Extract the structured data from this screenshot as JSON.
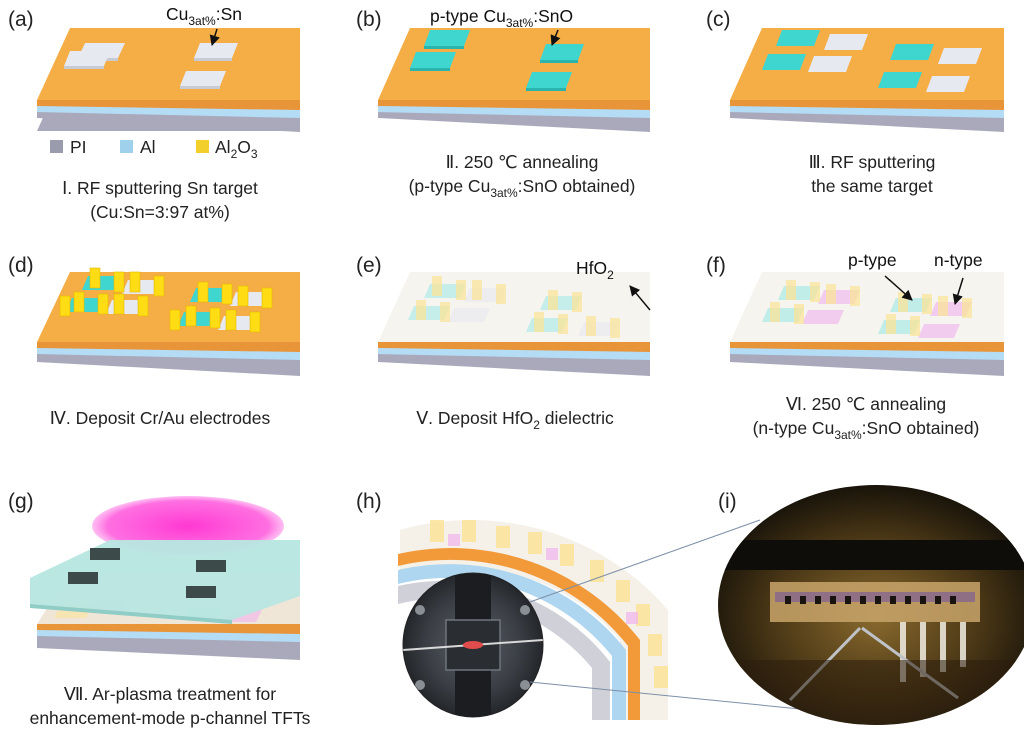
{
  "panels": {
    "a": {
      "letter": "(a)",
      "annotation": {
        "main": "Cu",
        "sub": "3at%",
        "rest": ":Sn"
      },
      "caption_line1": "Ⅰ. RF sputtering Sn target",
      "caption_line2": "(Cu:Sn=3:97 at%)"
    },
    "b": {
      "letter": "(b)",
      "annotation": {
        "pre": "p-type Cu",
        "sub": "3at%",
        "rest": ":SnO"
      },
      "caption_line1": "Ⅱ. 250 ℃ annealing",
      "caption_line2": {
        "pre": "(p-type Cu",
        "sub": "3at%",
        "rest": ":SnO obtained)"
      }
    },
    "c": {
      "letter": "(c)",
      "caption_line1": "Ⅲ. RF sputtering",
      "caption_line2": "the same target"
    },
    "d": {
      "letter": "(d)",
      "caption": "Ⅳ. Deposit Cr/Au electrodes"
    },
    "e": {
      "letter": "(e)",
      "annotation": {
        "pre": "HfO",
        "sub": "2"
      },
      "caption": {
        "pre": "Ⅴ. Deposit HfO",
        "sub": "2",
        "rest": " dielectric"
      }
    },
    "f": {
      "letter": "(f)",
      "annotation_p": "p-type",
      "annotation_n": "n-type",
      "caption_line1": "Ⅵ. 250 ℃ annealing",
      "caption_line2": {
        "pre": "(n-type Cu",
        "sub": "3at%",
        "rest": ":SnO obtained)"
      }
    },
    "g": {
      "letter": "(g)",
      "caption_line1": "Ⅶ. Ar-plasma treatment for",
      "caption_line2": "enhancement-mode  p-channel TFTs"
    },
    "h": {
      "letter": "(h)"
    },
    "i": {
      "letter": "(i)"
    }
  },
  "legend": {
    "items": [
      {
        "label": "PI",
        "color": "#9a9cae"
      },
      {
        "label": "Al",
        "color": "#9fd0ec"
      },
      {
        "label_main": "Al",
        "label_sub": "2",
        "label_mid": "O",
        "label_sub2": "3",
        "color": "#f2cf2a"
      }
    ]
  },
  "colors": {
    "al2o3_top": "#f5ad46",
    "al2o3_side": "#e8953a",
    "al_layer": "#b4dcf4",
    "pi_layer": "#a9a9bb",
    "sn_pad": "#e7e9f1",
    "p_type_pad": "#3fd6cf",
    "n_type_pad": "#f1b3ee",
    "electrode": "#ffdc14",
    "hfo2_wash": "#f6f4ee",
    "plasma": "#ff3fd4",
    "mask": "#b8e6e1"
  }
}
